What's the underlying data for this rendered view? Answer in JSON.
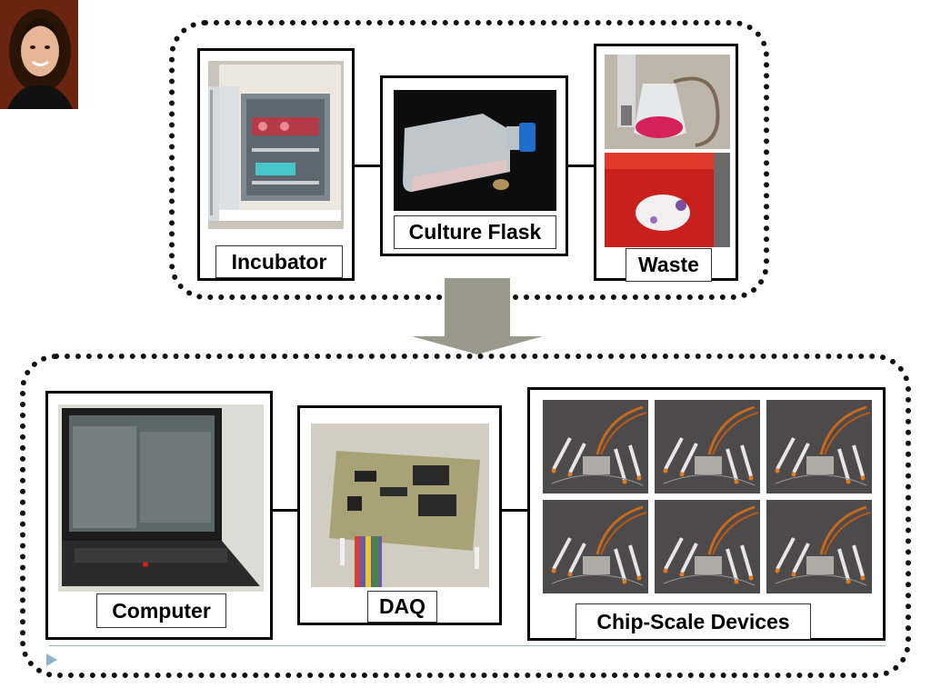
{
  "labels": {
    "incubator": "Incubator",
    "culture_flask": "Culture Flask",
    "waste": "Waste",
    "computer": "Computer",
    "daq": "DAQ",
    "chip_scale_devices": "Chip-Scale Devices"
  },
  "colors": {
    "border": "#000000",
    "arrow": "#9a9a8c",
    "waste_bag": "#c8201c"
  }
}
